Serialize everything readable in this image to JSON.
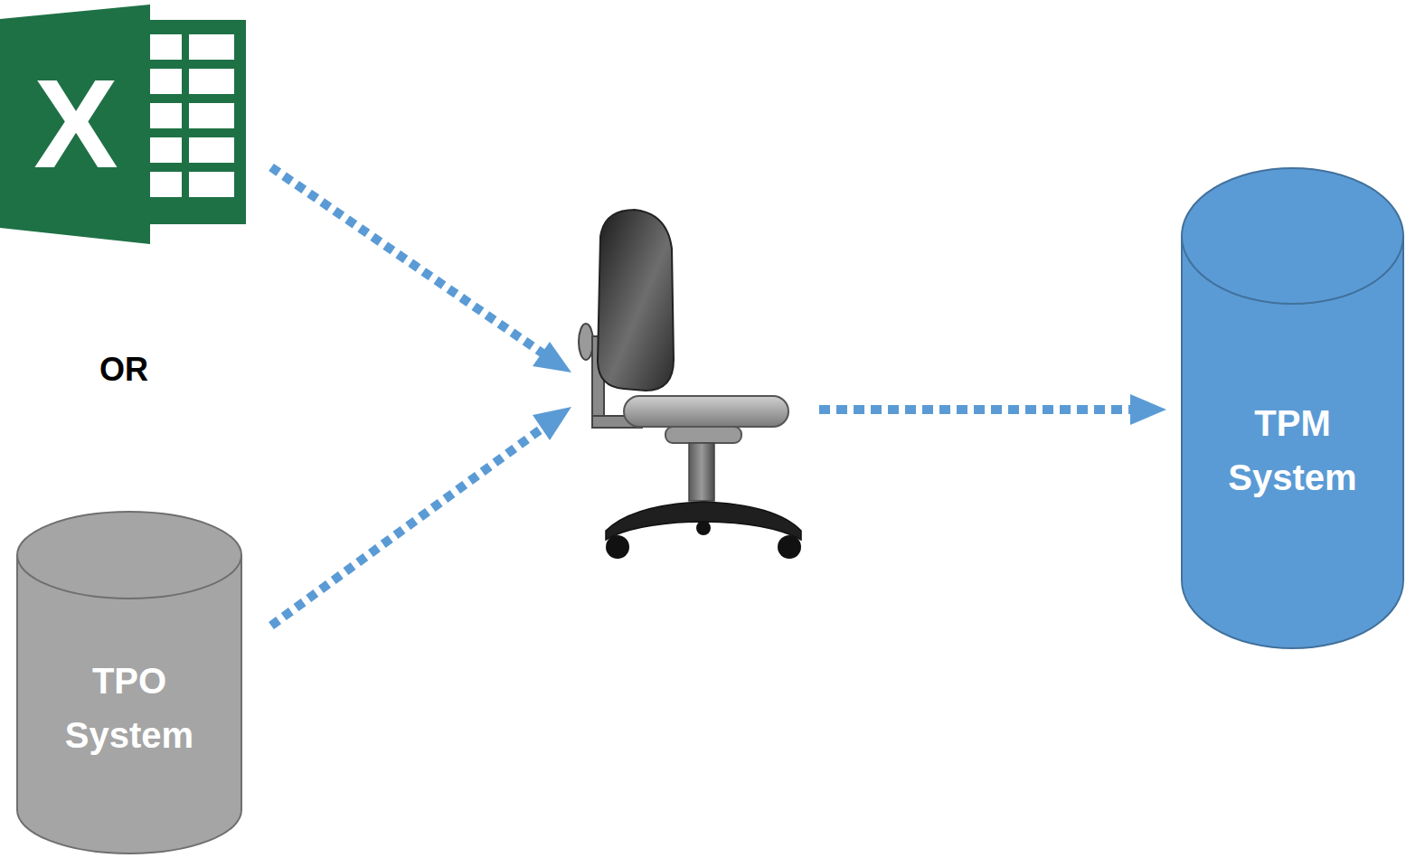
{
  "diagram": {
    "nodes": [
      {
        "text": [
          "X"
        ]
      },
      {
        "text": [
          "TPO System"
        ]
      },
      {
        "text": [
          "TPM System"
        ]
      }
    ],
    "labels": [
      "OR"
    ]
  }
}
